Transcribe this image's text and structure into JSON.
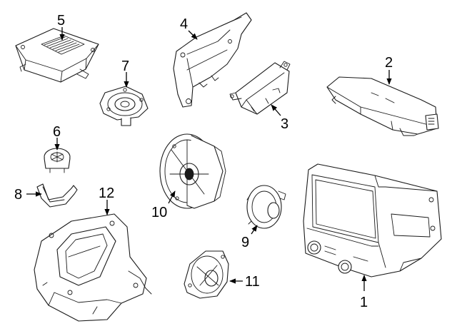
{
  "callouts": [
    {
      "id": "1",
      "label": "1"
    },
    {
      "id": "2",
      "label": "2"
    },
    {
      "id": "3",
      "label": "3"
    },
    {
      "id": "4",
      "label": "4"
    },
    {
      "id": "5",
      "label": "5"
    },
    {
      "id": "6",
      "label": "6"
    },
    {
      "id": "7",
      "label": "7"
    },
    {
      "id": "8",
      "label": "8"
    },
    {
      "id": "9",
      "label": "9"
    },
    {
      "id": "10",
      "label": "10"
    },
    {
      "id": "11",
      "label": "11"
    },
    {
      "id": "12",
      "label": "12"
    }
  ],
  "colors": {
    "line": "#1a1a1a",
    "background": "#ffffff",
    "text": "#000000"
  }
}
